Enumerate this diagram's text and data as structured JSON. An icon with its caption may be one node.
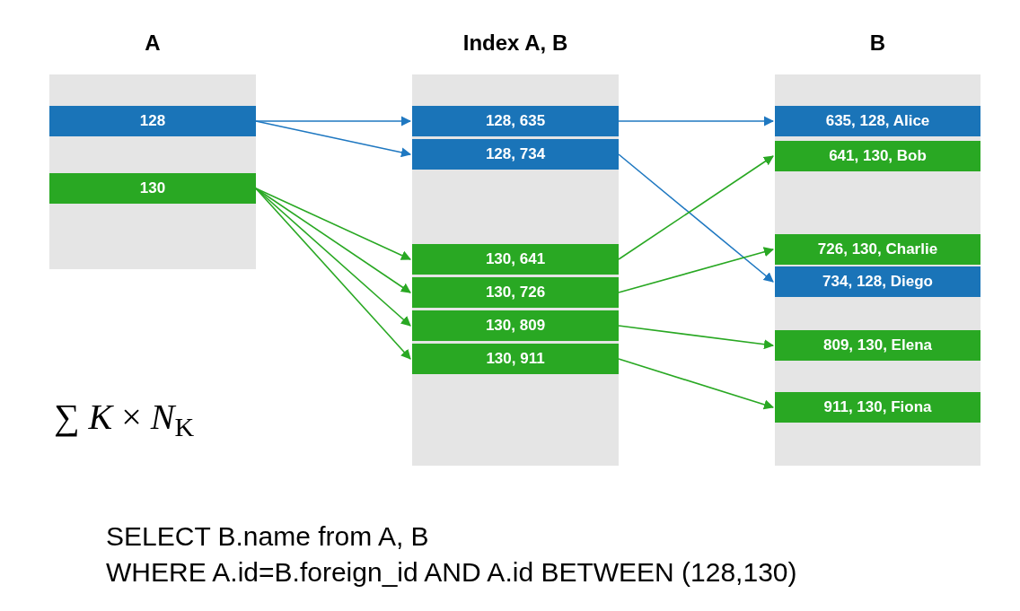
{
  "diagram": {
    "nodes": [
      {
        "text": [
          "A"
        ]
      },
      {
        "text": [
          "Index A, B"
        ]
      },
      {
        "text": [
          "B"
        ]
      },
      {
        "text": [
          "128"
        ],
        "in": 0
      },
      {
        "text": [
          "130"
        ],
        "in": 0
      },
      {
        "text": [
          "128, 635"
        ],
        "in": 1
      },
      {
        "text": [
          "128, 734"
        ],
        "in": 1
      },
      {
        "text": [
          "130, 641"
        ],
        "in": 1
      },
      {
        "text": [
          "130, 726"
        ],
        "in": 1
      },
      {
        "text": [
          "130, 809"
        ],
        "in": 1
      },
      {
        "text": [
          "130, 911"
        ],
        "in": 1
      },
      {
        "text": [
          "635, 128, Alice"
        ],
        "in": 2
      },
      {
        "text": [
          "641, 130, Bob"
        ],
        "in": 2
      },
      {
        "text": [
          "726, 130, Charlie"
        ],
        "in": 2
      },
      {
        "text": [
          "734, 128, Diego"
        ],
        "in": 2
      },
      {
        "text": [
          "809, 130, Elena"
        ],
        "in": 2
      },
      {
        "text": [
          "911, 130, Fiona"
        ],
        "in": 2
      }
    ],
    "edges": [
      {
        "from": 3,
        "to": 5,
        "arrow": "to",
        "color": "#1f78c1"
      },
      {
        "from": 3,
        "to": 6,
        "arrow": "to",
        "color": "#1f78c1"
      },
      {
        "from": 4,
        "to": 7,
        "arrow": "to"
      },
      {
        "from": 4,
        "to": 8,
        "arrow": "to"
      },
      {
        "from": 4,
        "to": 9,
        "arrow": "to"
      },
      {
        "from": 4,
        "to": 10,
        "arrow": "to"
      },
      {
        "from": 5,
        "to": 11,
        "arrow": "to",
        "color": "#1f78c1"
      },
      {
        "from": 6,
        "to": 14,
        "arrow": "to",
        "color": "#1f78c1"
      },
      {
        "from": 7,
        "to": 12,
        "arrow": "to"
      },
      {
        "from": 8,
        "to": 13,
        "arrow": "to"
      },
      {
        "from": 9,
        "to": 15,
        "arrow": "to"
      },
      {
        "from": 10,
        "to": 16,
        "arrow": "to"
      }
    ],
    "labels": [
      "∑ *K* × *N*$_{K}$",
      "SELECT B.name from A, B",
      "WHERE A.id=B.foreign_id AND A.id BETWEEN (128,130)"
    ]
  }
}
